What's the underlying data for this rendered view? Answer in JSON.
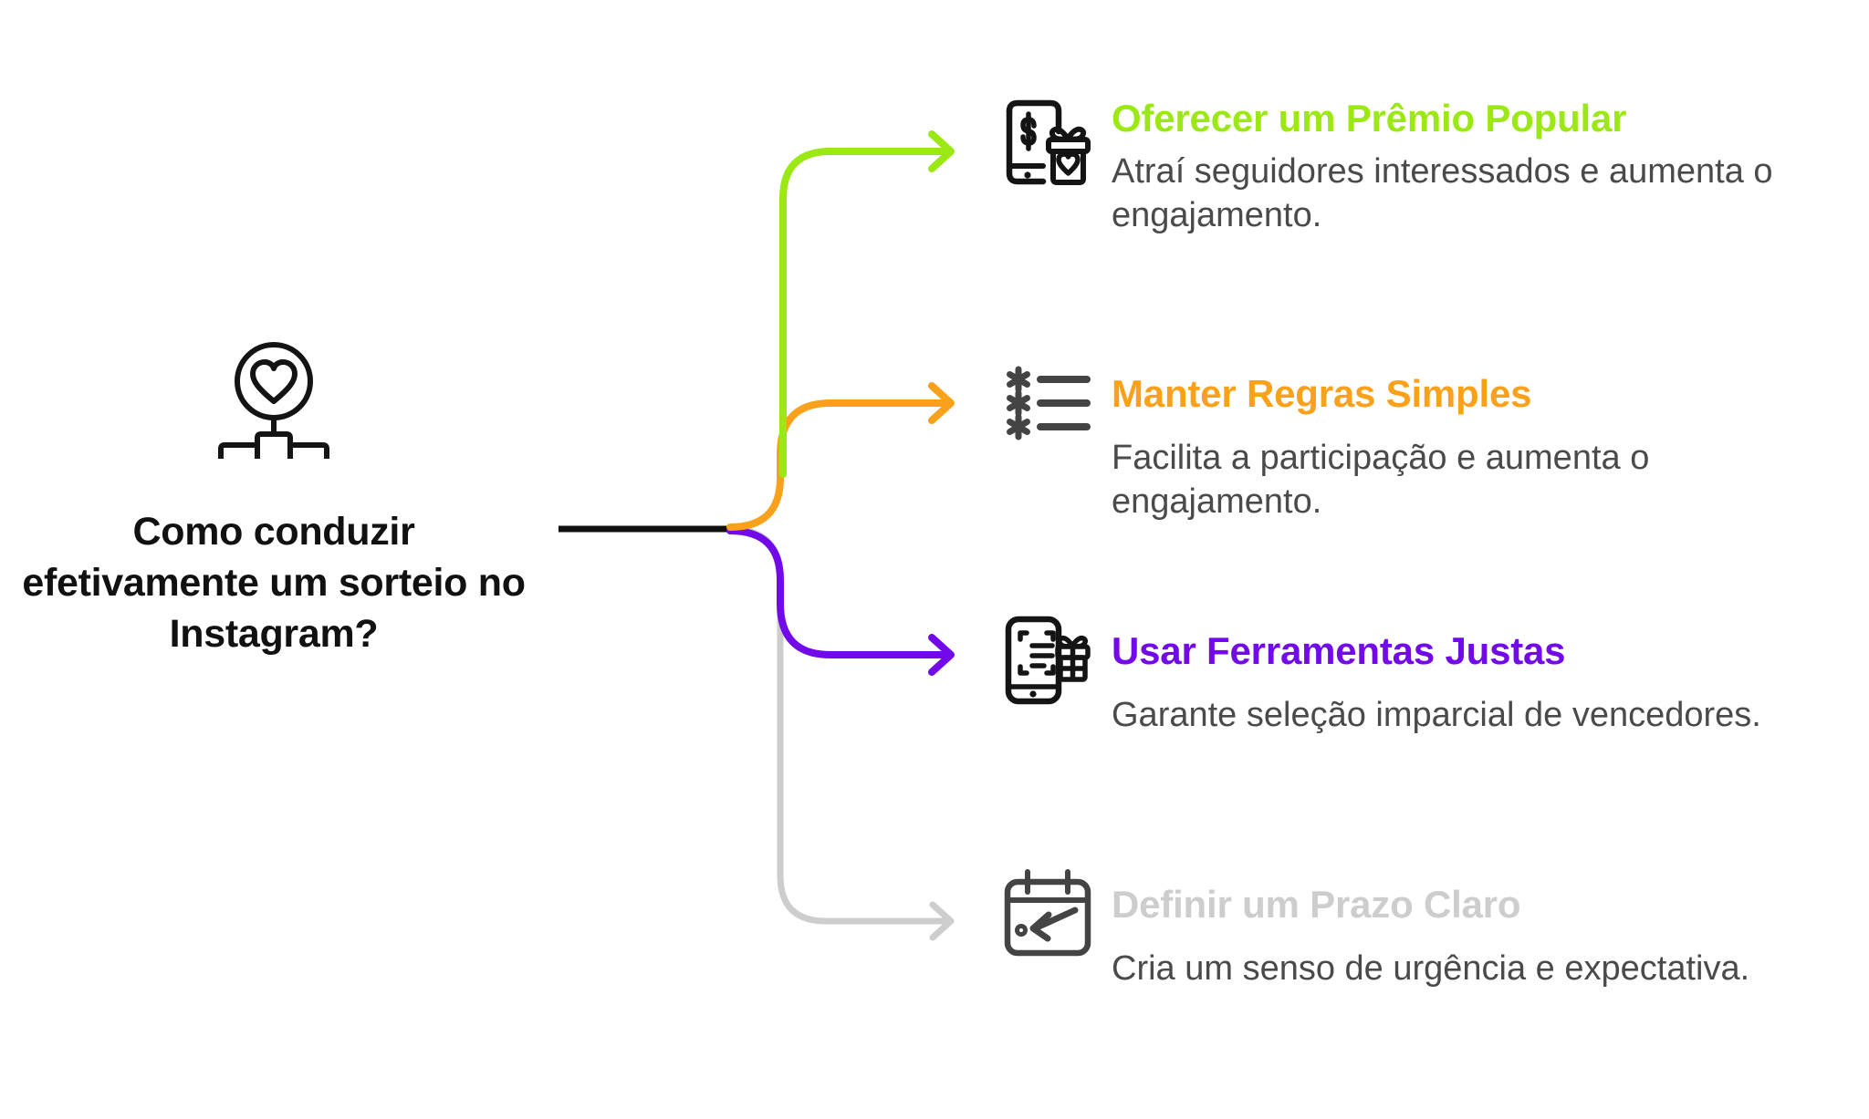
{
  "center": {
    "icon": "heart-hierarchy-icon",
    "title": "Como conduzir efetivamente um sorteio no Instagram?"
  },
  "colors": {
    "green": "#9be814",
    "orange": "#f9a11b",
    "purple": "#7209e8",
    "gray": "#cdcdcd",
    "stem": "#111111",
    "body_text": "#4a4a4a",
    "title_text": "#111111",
    "icon_dark": "#141414",
    "icon_gray": "#444444",
    "background": "#ffffff"
  },
  "branches": [
    {
      "id": "oferecer-um-premio-popular",
      "icon": "phone-money-gift-icon",
      "title": "Oferecer um Prêmio Popular",
      "description": "Atraí seguidores interessados e aumenta o engajamento.",
      "color": "#9be814"
    },
    {
      "id": "manter-regras-simples",
      "icon": "asterisk-list-icon",
      "title": "Manter Regras Simples",
      "description": "Facilita a participação e aumenta o engajamento.",
      "color": "#f9a11b"
    },
    {
      "id": "usar-ferramentas-justas",
      "icon": "phone-scan-gift-icon",
      "title": "Usar Ferramentas Justas",
      "description": "Garante seleção imparcial de vencedores.",
      "color": "#7209e8"
    },
    {
      "id": "definir-um-prazo-claro",
      "icon": "calendar-deadline-icon",
      "title": "Definir um Prazo Claro",
      "description": "Cria um senso de urgência e expectativa.",
      "color": "#cdcdcd"
    }
  ]
}
